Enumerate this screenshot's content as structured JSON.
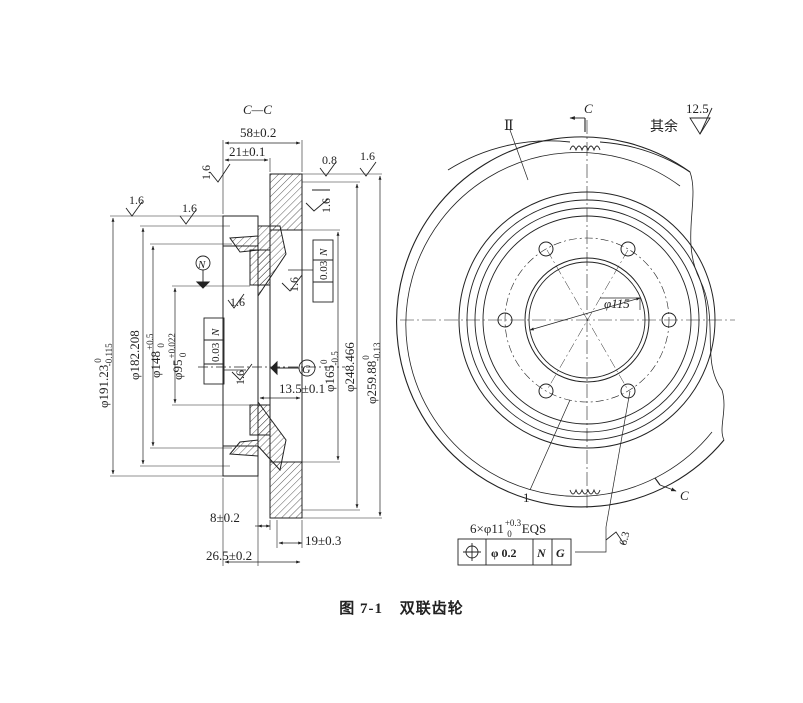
{
  "section_label": "C—C",
  "arrow_label_top": "C",
  "arrow_label_bottom": "C",
  "roughness": {
    "others_label": "其余",
    "others_value": "12.5",
    "r_left_1": "1.6",
    "r_top_0_8": "0.8",
    "r_top_1_6": "1.6",
    "r_a": "1.6",
    "r_b": "1.6",
    "r_c": "1.6",
    "r_d": "1.6",
    "r_e": "1.6",
    "r_f": "1.6",
    "r_g": "1.6",
    "r_hole": "6.3"
  },
  "dims": {
    "d58": "58±0.2",
    "d21": "21±0.1",
    "d191": "φ191.23",
    "d191_tol_up": "0",
    "d191_tol_dn": "-0.115",
    "d182": "φ182.208",
    "d148": "φ148",
    "d148_tol_up": "+0.5",
    "d148_tol_dn": "0",
    "d95": "φ95",
    "d95_tol_up": "+0.022",
    "d95_tol_dn": "0",
    "d165": "φ165",
    "d165_tol_up": "0",
    "d165_tol_dn": "-0.5",
    "d248": "φ248.466",
    "d259": "φ259.88",
    "d259_tol_up": "0",
    "d259_tol_dn": "-0.13",
    "d13_5": "13.5±0.1",
    "d8": "8±0.2",
    "d19": "19±0.3",
    "d26_5": "26.5±0.2",
    "d115": "φ115"
  },
  "datums": {
    "N": "N",
    "G": "G"
  },
  "runout": {
    "value": "0.03",
    "datum": "N"
  },
  "holes": {
    "prefix": "6×φ11",
    "tol_up": "+0.3",
    "tol_dn": "0",
    "suffix": "EQS"
  },
  "position_fcf": {
    "tol": "φ 0.2",
    "datum1": "N",
    "datum2": "G"
  },
  "part_labels": {
    "roman_2": "Ⅱ",
    "arabic_1": "1"
  },
  "caption": {
    "figure": "图 7-1",
    "title": "双联齿轮"
  }
}
